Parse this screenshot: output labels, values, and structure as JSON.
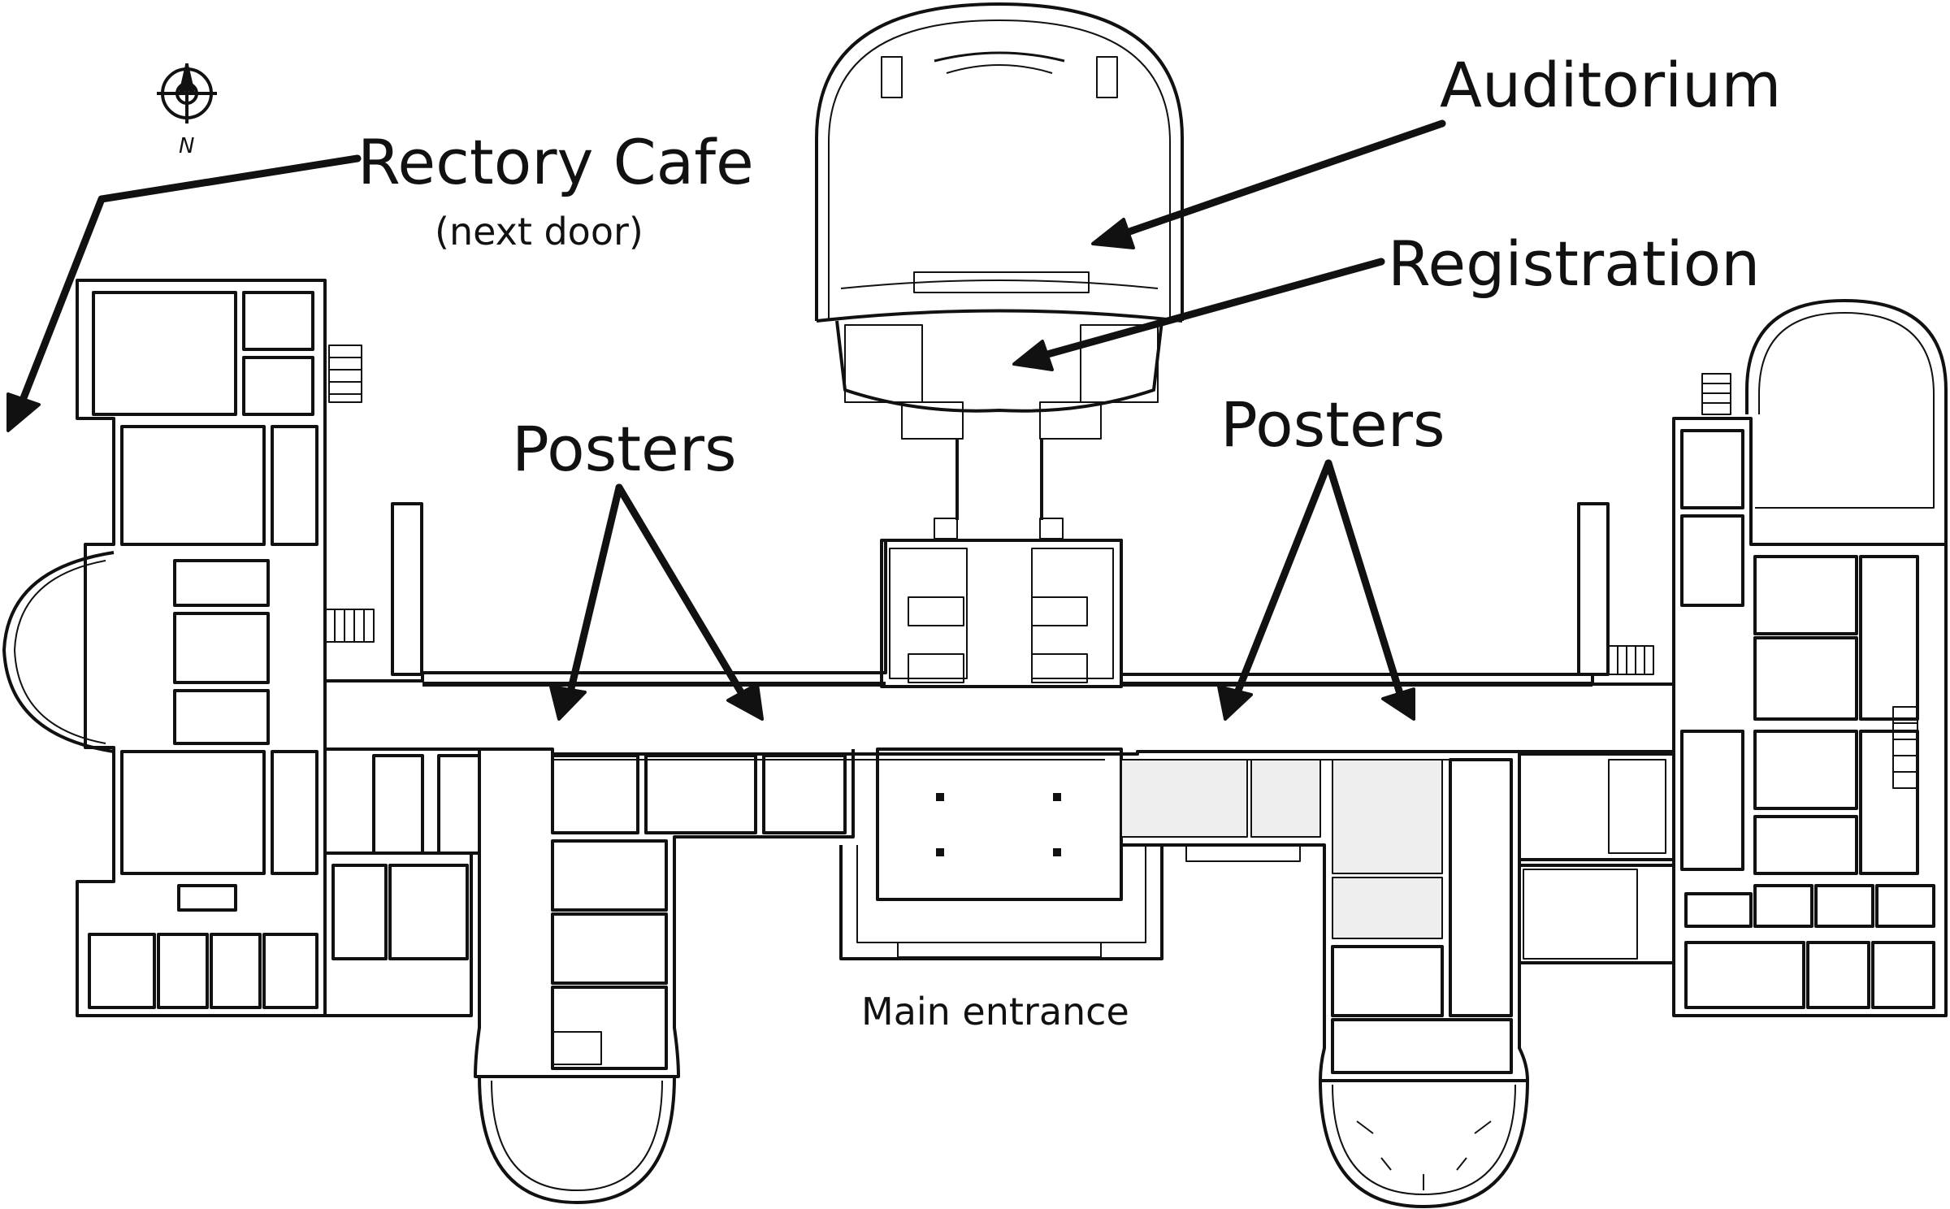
{
  "map": {
    "labels": {
      "rectory_cafe": "Rectory Cafe",
      "next_door": "(next door)",
      "auditorium": "Auditorium",
      "registration": "Registration",
      "posters_left": "Posters",
      "posters_right": "Posters",
      "main_entrance": "Main entrance"
    },
    "compass": {
      "north_letter": "N"
    },
    "colors": {
      "ink": "#111111",
      "highlight_rooms": "#eeeeee",
      "background": "#ffffff"
    }
  }
}
